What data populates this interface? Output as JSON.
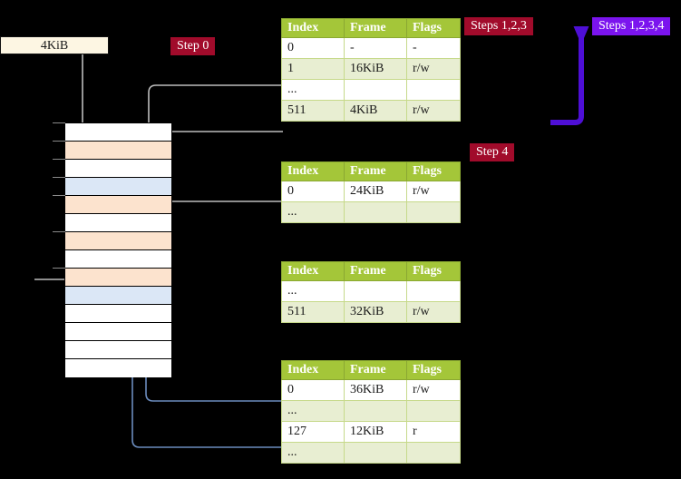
{
  "diagram": {
    "title": "multi-level-page-table-walk",
    "colors": {
      "badge_red": "#a10b2b",
      "badge_blue": "#7b14ee",
      "table_header": "#a4c639",
      "table_alt_row": "#e8eed2",
      "highlight": "#fbf7a0",
      "mem_peach": "#fce3ce",
      "mem_blue": "#dbe7f6",
      "kib_box": "#fdf6e3",
      "gray_wire": "#b3b3b3",
      "blue_wire": "#5a7fb8"
    }
  },
  "kib_box": {
    "label": "4KiB"
  },
  "badges": {
    "step0": "Step 0",
    "step4": "Step 4",
    "steps123": "Steps 1,2,3",
    "steps1234": "Steps 1,2,3,4"
  },
  "memory_grid": {
    "rows": [
      {
        "fill": "white"
      },
      {
        "fill": "peach"
      },
      {
        "fill": "white"
      },
      {
        "fill": "blue"
      },
      {
        "fill": "peach"
      },
      {
        "fill": "white"
      },
      {
        "fill": "peach"
      },
      {
        "fill": "white"
      },
      {
        "fill": "peach"
      },
      {
        "fill": "blue"
      },
      {
        "fill": "white"
      },
      {
        "fill": "white"
      },
      {
        "fill": "white"
      },
      {
        "fill": "white"
      }
    ]
  },
  "tables": [
    {
      "id": "table-level-0",
      "headers": [
        "Index",
        "Frame",
        "Flags"
      ],
      "rows": [
        {
          "style": "plain",
          "highlight": false,
          "cells": [
            "0",
            "-",
            "-"
          ]
        },
        {
          "style": "alt",
          "highlight": false,
          "cells": [
            "1",
            "16KiB",
            "r/w"
          ]
        },
        {
          "style": "plain",
          "highlight": false,
          "cells": [
            "...",
            "",
            ""
          ]
        },
        {
          "style": "alt",
          "highlight": true,
          "cells": [
            "511",
            "4KiB",
            "r/w"
          ]
        }
      ]
    },
    {
      "id": "table-level-1",
      "headers": [
        "Index",
        "Frame",
        "Flags"
      ],
      "rows": [
        {
          "style": "plain",
          "highlight": false,
          "cells": [
            "0",
            "24KiB",
            "r/w"
          ]
        },
        {
          "style": "alt",
          "highlight": false,
          "cells": [
            "...",
            "",
            ""
          ]
        }
      ]
    },
    {
      "id": "table-level-2",
      "headers": [
        "Index",
        "Frame",
        "Flags"
      ],
      "rows": [
        {
          "style": "plain",
          "highlight": false,
          "cells": [
            "...",
            "",
            ""
          ]
        },
        {
          "style": "alt",
          "highlight": false,
          "cells": [
            "511",
            "32KiB",
            "r/w"
          ]
        }
      ]
    },
    {
      "id": "table-level-3",
      "headers": [
        "Index",
        "Frame",
        "Flags"
      ],
      "rows": [
        {
          "style": "plain",
          "highlight": false,
          "cells": [
            "0",
            "36KiB",
            "r/w"
          ]
        },
        {
          "style": "alt",
          "highlight": false,
          "cells": [
            "...",
            "",
            ""
          ]
        },
        {
          "style": "plain",
          "highlight": false,
          "cells": [
            "127",
            "12KiB",
            "r"
          ]
        },
        {
          "style": "alt",
          "highlight": false,
          "cells": [
            "...",
            "",
            ""
          ]
        }
      ]
    }
  ]
}
